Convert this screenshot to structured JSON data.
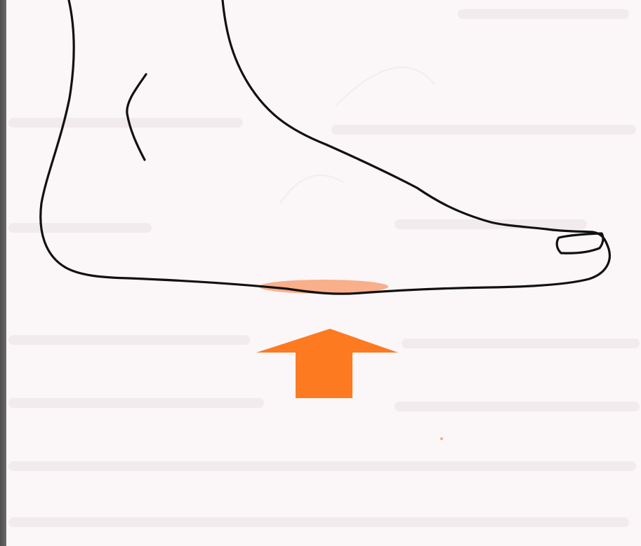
{
  "figure": {
    "subject": "foot-side-view",
    "outline_color": "#111111",
    "pressure_area_color": "#f7a277",
    "arrow_color": "#fd7a21",
    "paper_color": "#fbf6f7",
    "frame_color": "#5a5a5c"
  },
  "icons": {
    "arrow": "upward-pressure-arrow",
    "pressure_area": "heel-pressure-highlight"
  }
}
